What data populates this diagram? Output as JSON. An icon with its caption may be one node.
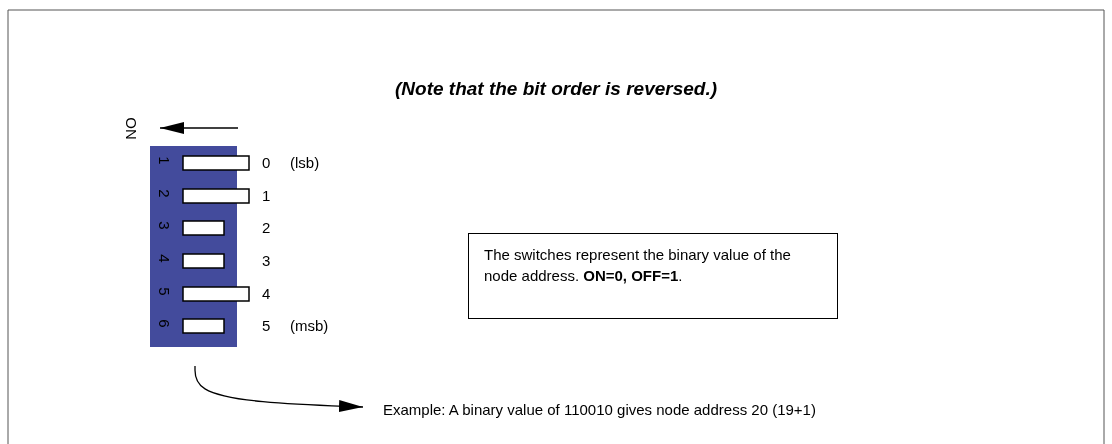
{
  "diagram": {
    "title": "(Note that the bit order is reversed.)",
    "nodes": [
      {
        "text": [],
        "shape": "box"
      },
      {
        "text": [
          "Example: A binary value of 110010 gives node address 20 (19+1)"
        ]
      },
      {
        "text": [
          "The switches represent the binary value of the node address. **ON=0, OFF=1**."
        ]
      }
    ],
    "edges": [
      {
        "from": 0,
        "to": 1,
        "arrow": "to"
      }
    ],
    "labels": [
      "ON",
      "1",
      "0",
      "(lsb)",
      "2",
      "1",
      "3",
      "2",
      "4",
      "3",
      "5",
      "4",
      "6",
      "5",
      "(msb)"
    ]
  }
}
